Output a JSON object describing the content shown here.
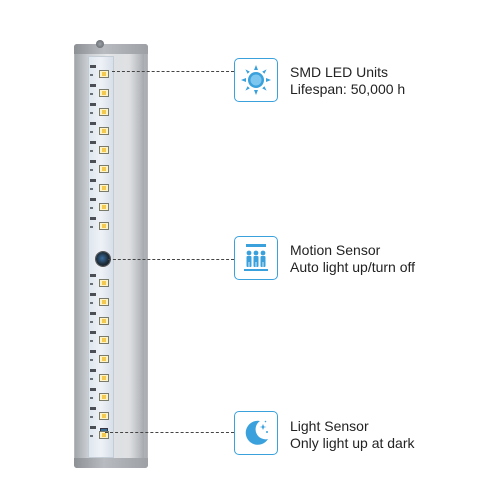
{
  "callouts": [
    {
      "id": "smd-led",
      "icon": "sun-icon",
      "title": "SMD LED Units",
      "subtitle": "Lifespan: 50,000 h"
    },
    {
      "id": "motion-sensor",
      "icon": "people-sensor-icon",
      "title": "Motion Sensor",
      "subtitle": "Auto light up/turn off"
    },
    {
      "id": "light-sensor",
      "icon": "moon-icon",
      "title": "Light Sensor",
      "subtitle": "Only light up at dark"
    }
  ],
  "colors": {
    "accent": "#3aa1dc",
    "text": "#222222",
    "housing": "#c9cdd1"
  }
}
